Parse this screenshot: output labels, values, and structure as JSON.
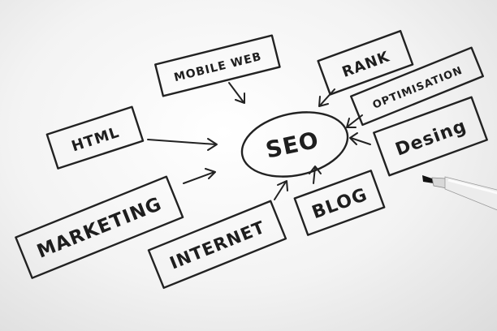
{
  "center": {
    "label": "SEO"
  },
  "nodes": {
    "mobile_web": "MOBILE WEB",
    "rank": "RANK",
    "optimisation": "OPTIMISATION",
    "html": "HTML",
    "desing": "Desing",
    "marketing": "MARKETING",
    "internet": "INTERNET",
    "blog": "BLOG"
  },
  "props": {
    "marker": "marker-pen"
  },
  "colors": {
    "ink": "#222222",
    "paper": "#f4f4f4"
  }
}
